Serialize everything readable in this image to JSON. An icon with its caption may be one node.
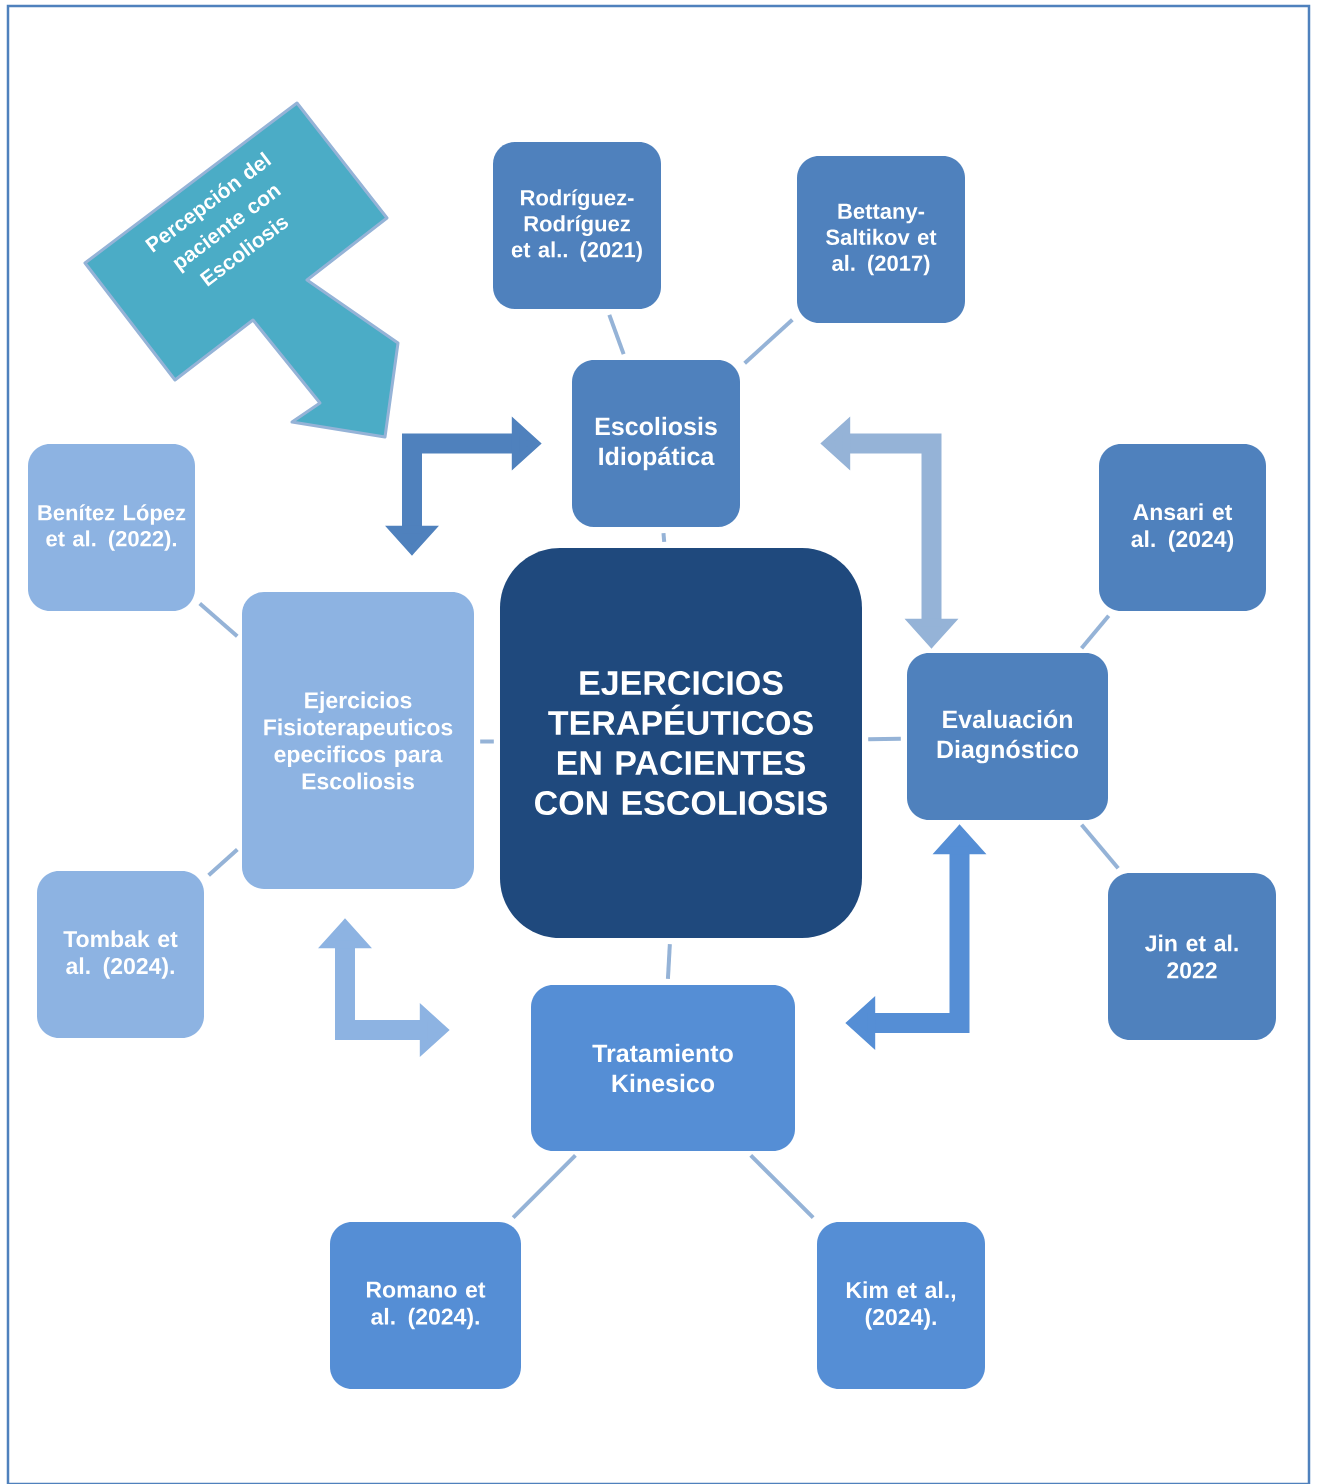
{
  "diagram": {
    "nodes": [
      {
        "text": [
          "EJERCICIOS TERAPÉUTICOS EN PACIENTES CON ESCOLIOSIS"
        ]
      },
      {
        "text": [
          "Escoliosis Idiopática"
        ]
      },
      {
        "text": [
          "Evaluación Diagnóstico"
        ]
      },
      {
        "text": [
          "Tratamiento Kinesico"
        ]
      },
      {
        "text": [
          "Ejercicios Fisioterapeuticos epecificos para Escoliosis"
        ]
      },
      {
        "text": [
          "Rodríguez-Rodríguez et al.. (2021)"
        ]
      },
      {
        "text": [
          "Bettany-Saltikov et al. (2017)"
        ]
      },
      {
        "text": [
          "Ansari et al. (2024)"
        ]
      },
      {
        "text": [
          "Jin et al. 2022"
        ]
      },
      {
        "text": [
          "Kim et al., (2024)."
        ]
      },
      {
        "text": [
          "Romano et al. (2024)."
        ]
      },
      {
        "text": [
          "Tombak et al. (2024)."
        ]
      },
      {
        "text": [
          "Benítez López et al. (2022)."
        ]
      },
      {
        "text": [
          "Percepción del paciente con Escoliosis"
        ]
      }
    ],
    "edges": [
      {
        "from": 0,
        "to": 1,
        "arrow": "none"
      },
      {
        "from": 0,
        "to": 2,
        "arrow": "none"
      },
      {
        "from": 0,
        "to": 3,
        "arrow": "none"
      },
      {
        "from": 0,
        "to": 4,
        "arrow": "none"
      },
      {
        "from": 1,
        "to": 5,
        "arrow": "none"
      },
      {
        "from": 1,
        "to": 6,
        "arrow": "none"
      },
      {
        "from": 2,
        "to": 7,
        "arrow": "none"
      },
      {
        "from": 2,
        "to": 8,
        "arrow": "none"
      },
      {
        "from": 3,
        "to": 10,
        "arrow": "none"
      },
      {
        "from": 3,
        "to": 9,
        "arrow": "none"
      },
      {
        "from": 4,
        "to": 12,
        "arrow": "none"
      },
      {
        "from": 4,
        "to": 11,
        "arrow": "none"
      },
      {
        "from": 4,
        "to": 1,
        "arrow": "both",
        "style": "thick",
        "color": "#4f81bd"
      },
      {
        "from": 1,
        "to": 2,
        "arrow": "both",
        "style": "thick",
        "color": "#95b3d7"
      },
      {
        "from": 2,
        "to": 3,
        "arrow": "both",
        "style": "thick",
        "color": "#558ed5"
      },
      {
        "from": 4,
        "to": 3,
        "arrow": "both",
        "style": "thick",
        "color": "#8db3e2"
      }
    ]
  }
}
